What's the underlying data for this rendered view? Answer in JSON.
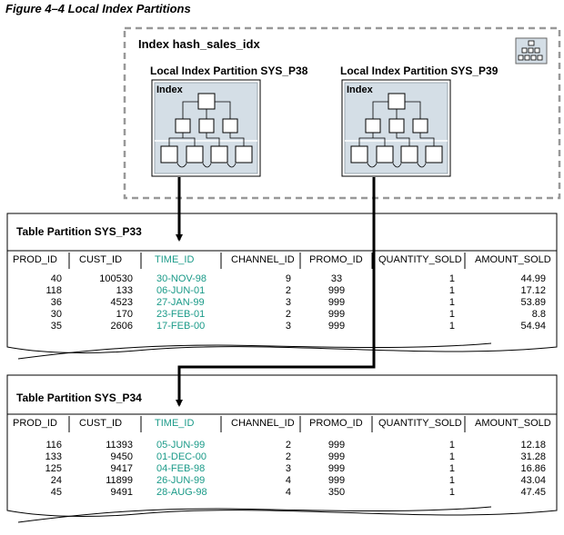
{
  "caption": "Figure 4–4    Local Index Partitions",
  "index": {
    "title": "Index hash_sales_idx",
    "partitions": [
      {
        "label": "Local Index Partition SYS_P38",
        "inner": "Index"
      },
      {
        "label": "Local Index Partition SYS_P39",
        "inner": "Index"
      }
    ]
  },
  "columns": [
    "PROD_ID",
    "CUST_ID",
    "TIME_ID",
    "CHANNEL_ID",
    "PROMO_ID",
    "QUANTITY_SOLD",
    "AMOUNT_SOLD"
  ],
  "tables": [
    {
      "title": "Table Partition SYS_P33",
      "rows": [
        [
          "40",
          "100530",
          "30-NOV-98",
          "9",
          "33",
          "1",
          "44.99"
        ],
        [
          "118",
          "133",
          "06-JUN-01",
          "2",
          "999",
          "1",
          "17.12"
        ],
        [
          "36",
          "4523",
          "27-JAN-99",
          "3",
          "999",
          "1",
          "53.89"
        ],
        [
          "30",
          "170",
          "23-FEB-01",
          "2",
          "999",
          "1",
          "8.8"
        ],
        [
          "35",
          "2606",
          "17-FEB-00",
          "3",
          "999",
          "1",
          "54.94"
        ]
      ]
    },
    {
      "title": "Table Partition SYS_P34",
      "rows": [
        [
          "116",
          "11393",
          "05-JUN-99",
          "2",
          "999",
          "1",
          "12.18"
        ],
        [
          "133",
          "9450",
          "01-DEC-00",
          "2",
          "999",
          "1",
          "31.28"
        ],
        [
          "125",
          "9417",
          "04-FEB-98",
          "3",
          "999",
          "1",
          "16.86"
        ],
        [
          "24",
          "11899",
          "26-JUN-99",
          "4",
          "999",
          "1",
          "43.04"
        ],
        [
          "45",
          "9491",
          "28-AUG-98",
          "4",
          "350",
          "1",
          "47.45"
        ]
      ]
    }
  ],
  "colors": {
    "highlight_column": "#1a9a88",
    "index_fill": "#d4dee6",
    "dashed_border": "#999999"
  },
  "icons": [
    "index-tree-icon"
  ]
}
